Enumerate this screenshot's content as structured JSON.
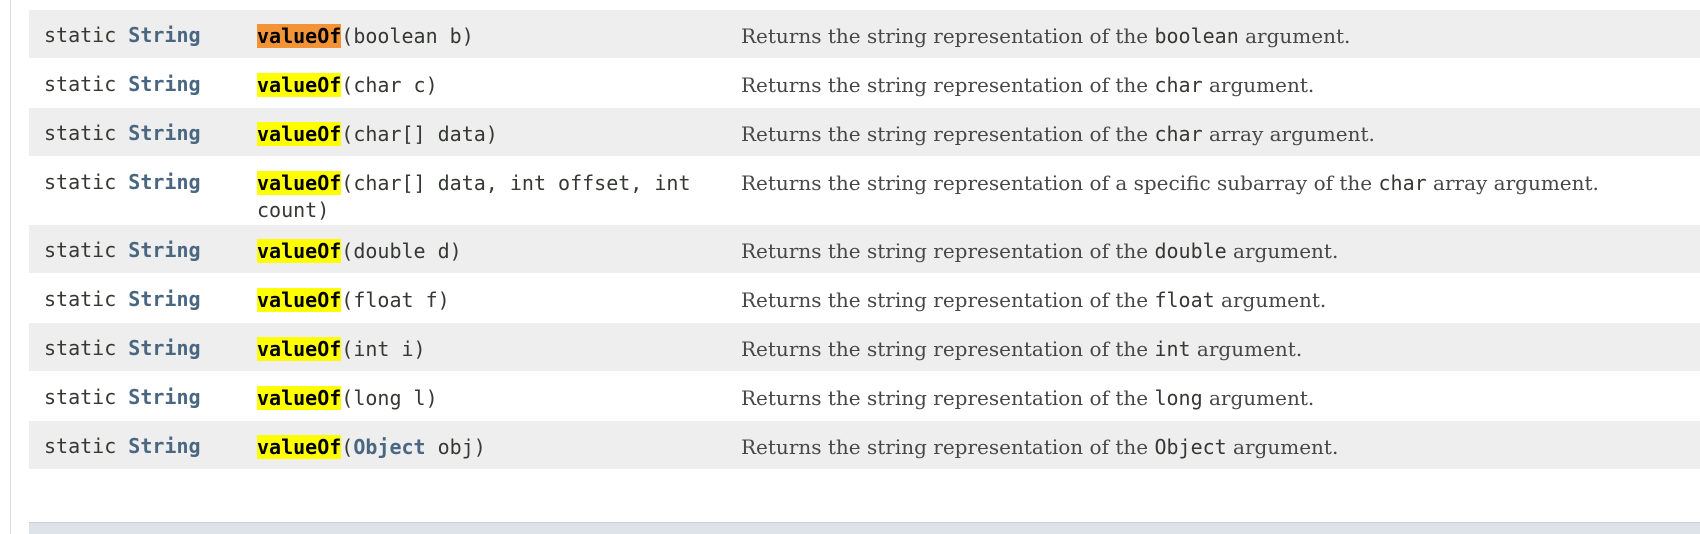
{
  "rows": [
    {
      "modifier": "static",
      "type": "String",
      "method": "valueOf",
      "params_before": "(boolean b)",
      "params_link": "",
      "params_after": "",
      "desc_before": "Returns the string representation of the ",
      "desc_code": "boolean",
      "desc_after": " argument.",
      "current": true
    },
    {
      "modifier": "static",
      "type": "String",
      "method": "valueOf",
      "params_before": "(char c)",
      "params_link": "",
      "params_after": "",
      "desc_before": "Returns the string representation of the ",
      "desc_code": "char",
      "desc_after": " argument."
    },
    {
      "modifier": "static",
      "type": "String",
      "method": "valueOf",
      "params_before": "(char[] data)",
      "params_link": "",
      "params_after": "",
      "desc_before": "Returns the string representation of the ",
      "desc_code": "char",
      "desc_after": " array argument."
    },
    {
      "modifier": "static",
      "type": "String",
      "method": "valueOf",
      "params_before": "(char[] data, int offset, int count)",
      "params_link": "",
      "params_after": "",
      "desc_before": "Returns the string representation of a specific subarray of the ",
      "desc_code": "char",
      "desc_after": " array argument."
    },
    {
      "modifier": "static",
      "type": "String",
      "method": "valueOf",
      "params_before": "(double d)",
      "params_link": "",
      "params_after": "",
      "desc_before": "Returns the string representation of the ",
      "desc_code": "double",
      "desc_after": " argument."
    },
    {
      "modifier": "static",
      "type": "String",
      "method": "valueOf",
      "params_before": "(float f)",
      "params_link": "",
      "params_after": "",
      "desc_before": "Returns the string representation of the ",
      "desc_code": "float",
      "desc_after": " argument."
    },
    {
      "modifier": "static",
      "type": "String",
      "method": "valueOf",
      "params_before": "(int i)",
      "params_link": "",
      "params_after": "",
      "desc_before": "Returns the string representation of the ",
      "desc_code": "int",
      "desc_after": " argument."
    },
    {
      "modifier": "static",
      "type": "String",
      "method": "valueOf",
      "params_before": "(long l)",
      "params_link": "",
      "params_after": "",
      "desc_before": "Returns the string representation of the ",
      "desc_code": "long",
      "desc_after": " argument."
    },
    {
      "modifier": "static",
      "type": "String",
      "method": "valueOf",
      "params_before": "(",
      "params_link": "Object",
      "params_after": " obj)",
      "desc_before": "Returns the string representation of the ",
      "desc_code": "Object",
      "desc_after": " argument."
    }
  ],
  "colors": {
    "type_link": "#4a6782",
    "highlight": "#ffff00",
    "current_highlight": "#f29436",
    "row_alt": "#eeeeee"
  }
}
